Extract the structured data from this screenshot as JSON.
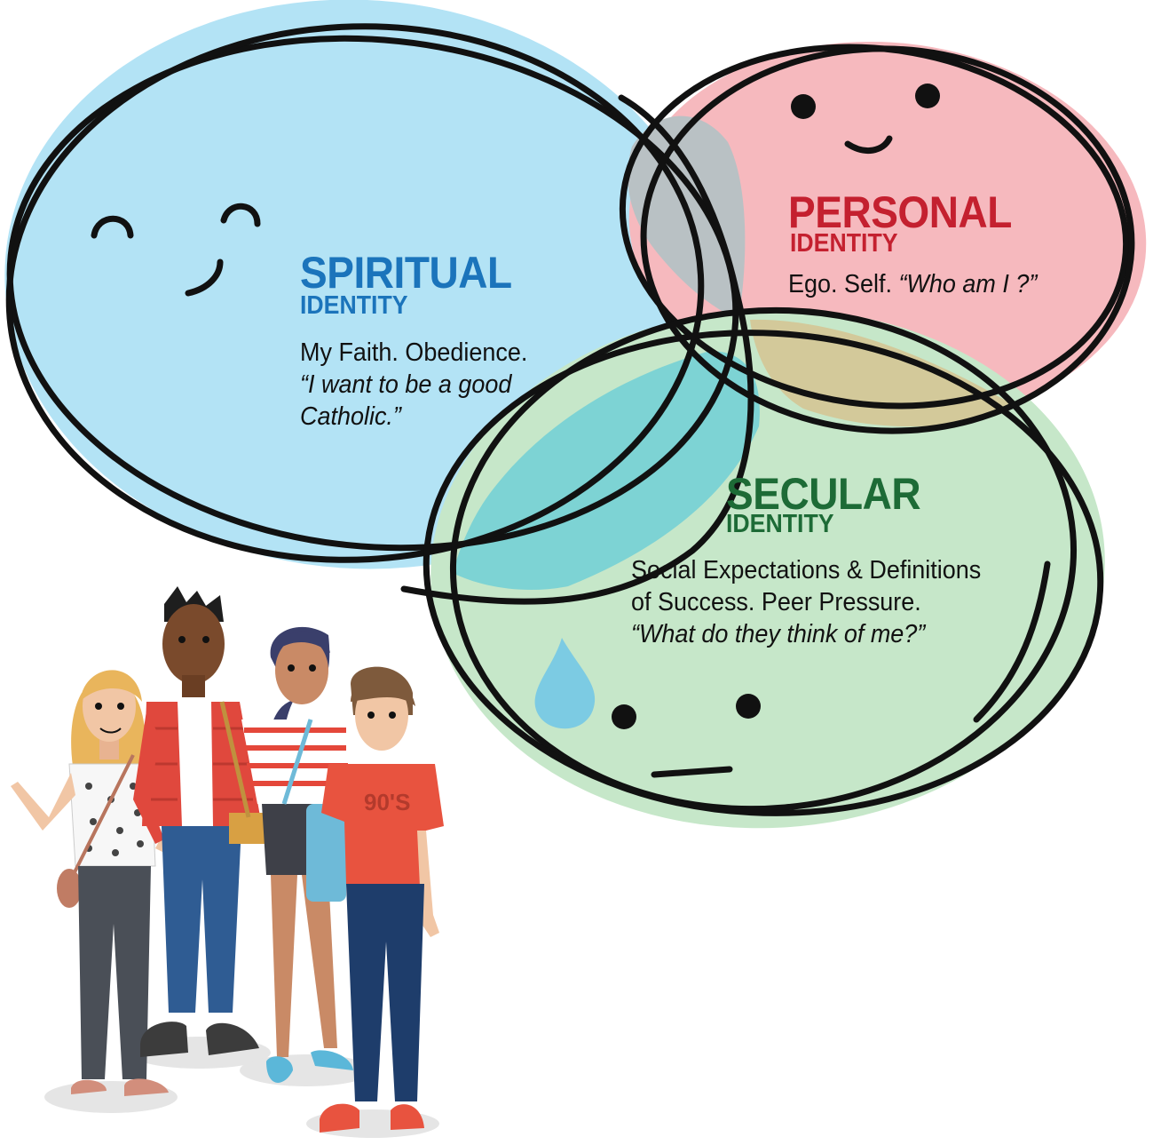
{
  "colors": {
    "spiritual": "#1B74BB",
    "personal": "#C4202F",
    "secular": "#1D6B36",
    "spiritual_fill": "#B3E3F5",
    "personal_fill": "#F6B9BE",
    "secular_fill": "#C6E7C9",
    "outline": "#111111"
  },
  "spiritual": {
    "title": "SPIRITUAL",
    "subtitle": "IDENTITY",
    "line1": "My Faith. Obedience.",
    "line2": "“I want to be a good",
    "line3": "Catholic.”",
    "face": "smiling-face"
  },
  "personal": {
    "title": "PERSONAL",
    "subtitle": "IDENTITY",
    "line1": "Ego. Self.",
    "line1_quote": "“Who am I ?”",
    "face": "smiling-face"
  },
  "secular": {
    "title": "SECULAR",
    "subtitle": "IDENTITY",
    "line1": "Social Expectations & Definitions",
    "line2": "of Success.  Peer Pressure.",
    "line3": "“What do they think of me?”",
    "face": "neutral-sweat-face"
  },
  "illustration": {
    "people": [
      "girl-waving",
      "boy-plaid-shirt",
      "girl-striped-shirt",
      "boy-orange-shirt"
    ],
    "shirt_text": "90'S"
  }
}
